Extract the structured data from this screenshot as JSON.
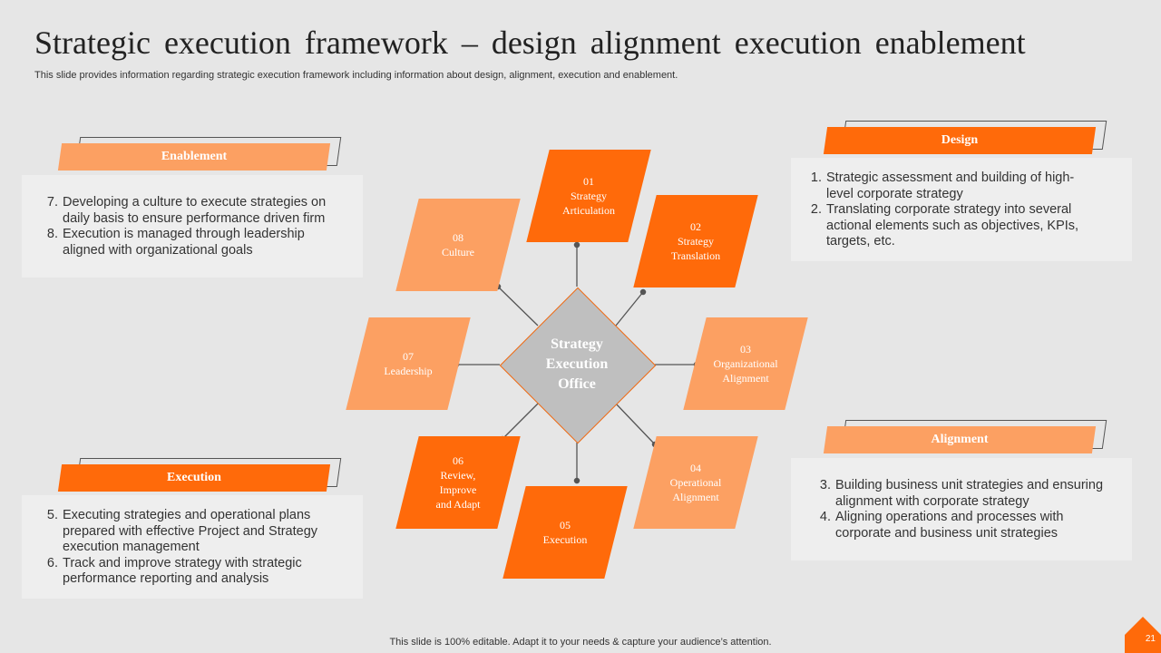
{
  "title": "Strategic execution framework – design alignment execution enablement",
  "subtitle": "This slide provides information regarding strategic execution framework including information about design, alignment, execution and enablement.",
  "center": "Strategy\nExecution\nOffice",
  "colors": {
    "dark": "#ff6a0a",
    "light": "#fca062",
    "center": "#bfbfbf",
    "panel": "#eeeeee"
  },
  "steps": [
    {
      "num": "01",
      "label": "Strategy Articulation"
    },
    {
      "num": "02",
      "label": "Strategy Translation"
    },
    {
      "num": "03",
      "label": "Organizational Alignment"
    },
    {
      "num": "04",
      "label": "Operational Alignment"
    },
    {
      "num": "05",
      "label": "Execution"
    },
    {
      "num": "06",
      "label": "Review, Improve and Adapt"
    },
    {
      "num": "07",
      "label": "Leadership"
    },
    {
      "num": "08",
      "label": "Culture"
    }
  ],
  "sections": {
    "enablement": {
      "heading": "Enablement",
      "items": [
        {
          "num": "7.",
          "text": "Developing a culture to execute strategies on daily basis to ensure performance driven firm"
        },
        {
          "num": "8.",
          "text": "Execution is managed through leadership aligned with organizational goals"
        }
      ]
    },
    "design": {
      "heading": "Design",
      "items": [
        {
          "num": "1.",
          "text": "Strategic assessment and building of high-level corporate strategy"
        },
        {
          "num": "2.",
          "text": "Translating corporate strategy into several actional elements such as objectives, KPIs, targets, etc."
        }
      ]
    },
    "execution": {
      "heading": "Execution",
      "items": [
        {
          "num": "5.",
          "text": "Executing strategies and operational plans prepared with effective Project and Strategy execution management"
        },
        {
          "num": "6.",
          "text": "Track and improve strategy with strategic performance reporting and analysis"
        }
      ]
    },
    "alignment": {
      "heading": "Alignment",
      "items": [
        {
          "num": "3.",
          "text": "Building business unit strategies and ensuring alignment with corporate strategy"
        },
        {
          "num": "4.",
          "text": "Aligning operations and processes with corporate and business unit strategies"
        }
      ]
    }
  },
  "footer": "This slide is 100% editable. Adapt it to your needs & capture your audience’s attention.",
  "page_number": "21"
}
